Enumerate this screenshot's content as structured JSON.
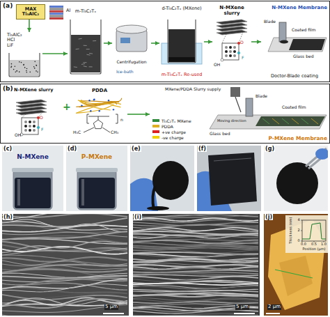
{
  "diagram": {
    "nodes": [
      {
        "text": [
          "(a)"
        ]
      },
      {
        "text": [
          "MAX Ti₃AlC₂"
        ],
        "in": 0
      },
      {
        "text": [
          "Ti₃AlC₂",
          "HCl",
          "LiF"
        ],
        "in": 0
      },
      {
        "text": [
          "m-Ti₃C₂Tₓ"
        ],
        "in": 0
      },
      {
        "text": [
          "Centrifugation"
        ],
        "in": 0
      },
      {
        "text": [
          "d-Ti₃C₂Tₓ (MXene)",
          "m-Ti₃C₂Tₓ Re-used"
        ],
        "in": 0
      },
      {
        "text": [
          "N-MXene slurry"
        ],
        "in": 0
      },
      {
        "text": [
          "N-MXene Membrane",
          "Doctor-Blade coating"
        ],
        "in": 0
      },
      {
        "text": [
          "(b)"
        ]
      },
      {
        "text": [
          "N-MXene slurry"
        ],
        "in": 8
      },
      {
        "text": [
          "PDDA"
        ],
        "in": 8
      },
      {
        "text": [
          "P-MXene Membrane"
        ],
        "in": 8
      },
      {
        "text": [
          "(c)",
          "N-MXene"
        ]
      },
      {
        "text": [
          "(d)",
          "P-MXene"
        ]
      },
      {
        "text": [
          "(e)"
        ]
      },
      {
        "text": [
          "(f)"
        ]
      },
      {
        "text": [
          "(g)"
        ]
      },
      {
        "text": [
          "(h)"
        ]
      },
      {
        "text": [
          "(i)"
        ]
      },
      {
        "text": [
          "(j)"
        ]
      }
    ],
    "edges": [
      {
        "from": 1,
        "to": 2,
        "arrow": "to"
      },
      {
        "from": 2,
        "to": 3,
        "arrow": "to"
      },
      {
        "from": 3,
        "to": 4,
        "arrow": "to"
      },
      {
        "from": 4,
        "to": 5,
        "arrow": "to"
      },
      {
        "from": 5,
        "to": 6,
        "arrow": "to"
      },
      {
        "from": 6,
        "to": 7,
        "arrow": "to"
      },
      {
        "from": 10,
        "to": 11,
        "arrow": "to"
      }
    ],
    "labels": [
      "Al",
      "Ice-bath",
      "OH",
      "O",
      "F",
      "Blade",
      "Coated film",
      "Glass bed",
      "OH",
      "O",
      "F",
      "+",
      "H₃C",
      "CH₃",
      "n",
      "MXene/PDDA Slurry supply",
      "Blade",
      "Coated film",
      "Moving direction",
      "Glass bed",
      "5 µm",
      "5 µm",
      "2 µm",
      "Thickness (nm)",
      "Position (µm)",
      "0",
      "2",
      "4",
      "0.0",
      "0.5",
      "1.0"
    ],
    "legend": [
      {
        "text": "Ti₃C₂Tₓ MXene",
        "color": "#2e8b3a"
      },
      {
        "text": "PDDA",
        "color": "#e0b020"
      },
      {
        "text": "+ve charge",
        "color": "#e02020"
      },
      {
        "text": "-ve charge",
        "color": "#f0d000"
      }
    ]
  }
}
